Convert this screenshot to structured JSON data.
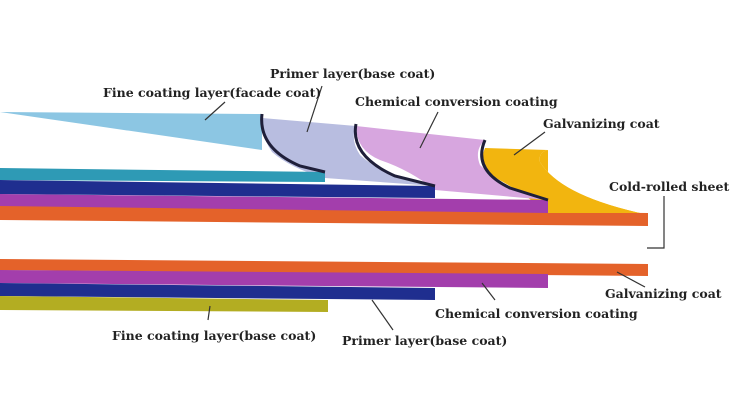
{
  "top_labels": {
    "fine_coating_facade": "Fine coating layer(facade coat)",
    "primer_layer": "Primer layer(base coat)",
    "chemical_conversion": "Chemical conversion coating",
    "galvanizing": "Galvanizing coat"
  },
  "center_label": "Cold-rolled sheet",
  "bottom_labels": {
    "galvanizing": "Galvanizing coat",
    "chemical_conversion": "Chemical conversion coating",
    "fine_coating_base": "Fine coating layer(base coat)",
    "primer_layer": "Primer layer(base coat)"
  },
  "colors": {
    "steel": "#e4622a",
    "galvanizing": "#f2b50f",
    "chemical": "#a33eac",
    "chemical_top": "#d7a6df",
    "primer": "#1f2e8f",
    "primer_top": "#b8bde0",
    "fine_coat": "#2e9ab5",
    "fine_coat_top": "#8cc6e3",
    "fine_base": "#b3ad22"
  }
}
